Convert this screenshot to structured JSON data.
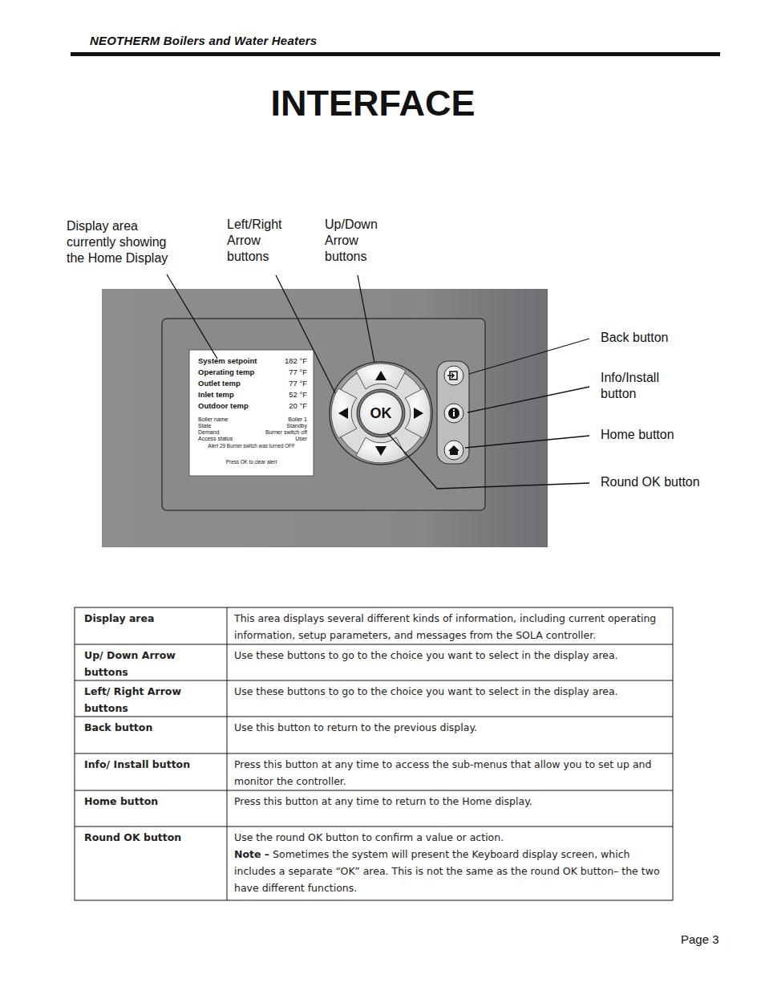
{
  "diagram": {
    "title": "INTERFACE",
    "nodes": [
      {
        "text": [
          "System setpoint",
          "182 °F",
          "Operating temp",
          "77 °F",
          "Outlet temp",
          "77 °F",
          "Inlet temp",
          "52 °F",
          "Outdoor temp",
          "20 °F",
          "Boiler name",
          "Boiler 1",
          "State",
          "Standby",
          "Demand",
          "Burner switch off",
          "Access status",
          "User",
          "Alert 29 Burner switch was turned OFF",
          "Press OK to clear alert"
        ]
      },
      {
        "text": [
          "OK"
        ]
      }
    ],
    "labels": [
      "NEOTHERM Boilers and Water Heaters",
      "Display area currently showing the Home Display",
      "Left/Right Arrow buttons",
      "Up/Down Arrow buttons",
      "Back button",
      "Info/Install button",
      "Home button",
      "Round OK button",
      "Display area",
      "This area displays several different kinds of information, including current operating information, setup parameters, and messages from the SOLA controller.",
      "Up/ Down Arrow buttons",
      "Use these buttons to go to the choice you want to select in the display area.",
      "Left/ Right Arrow buttons",
      "Use these buttons to go to the choice you want to select in the display area.",
      "Back button",
      "Use this button to return to the previous display.",
      "Info/ Install button",
      "Press this button at any time to access the sub-menus that allow you to set up and monitor the controller.",
      "Home button",
      "Press this button at any time to return to the Home display.",
      "Round OK button",
      "Use the round OK button to confirm a value or action.",
      "Note –",
      "Sometimes the system will present the Keyboard display screen, which includes a separate “OK” area. This is not the same as the round OK button– the two have different functions.",
      "Page 3"
    ]
  }
}
